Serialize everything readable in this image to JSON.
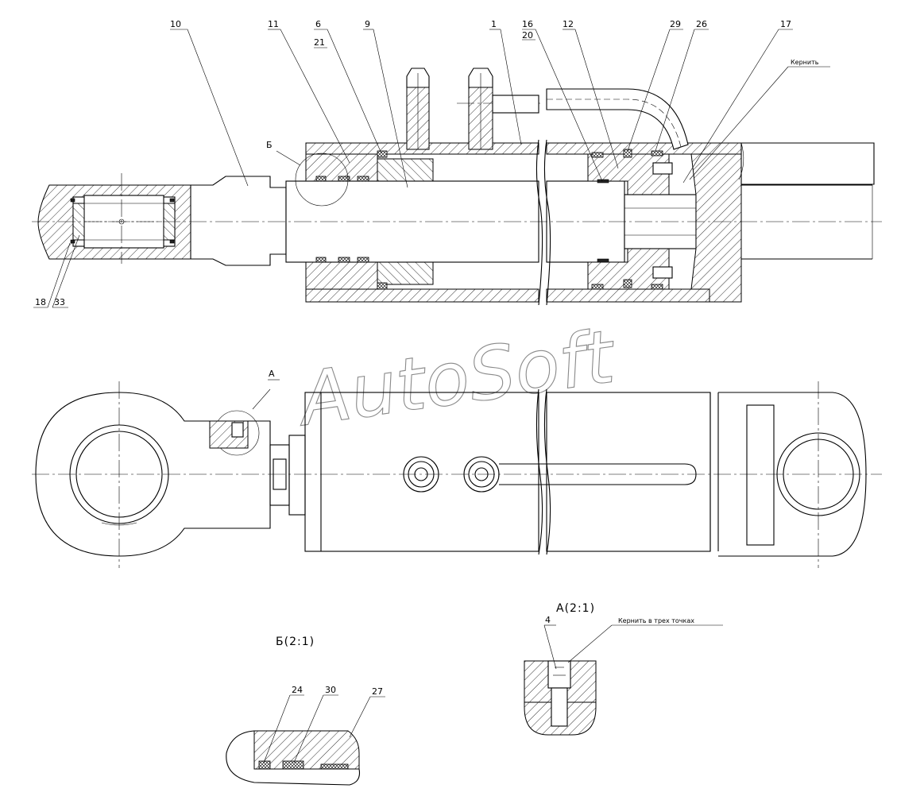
{
  "watermark": "AutoSoft",
  "callouts": {
    "c10": "10",
    "c11": "11",
    "c6": "6",
    "c21": "21",
    "c9": "9",
    "c1": "1",
    "c16": "16",
    "c20": "20",
    "c12": "12",
    "c29": "29",
    "c26": "26",
    "c17": "17",
    "c18": "18",
    "c33": "33",
    "c4": "4",
    "c24": "24",
    "c30": "30",
    "c27": "27"
  },
  "notes": {
    "punch": "Кернить",
    "punch_three": "Кернить в трех точках"
  },
  "views": {
    "detail_b_marker": "Б",
    "detail_a_marker": "А",
    "detail_a_title": "А(2:1)",
    "detail_b_title": "Б(2:1)"
  }
}
